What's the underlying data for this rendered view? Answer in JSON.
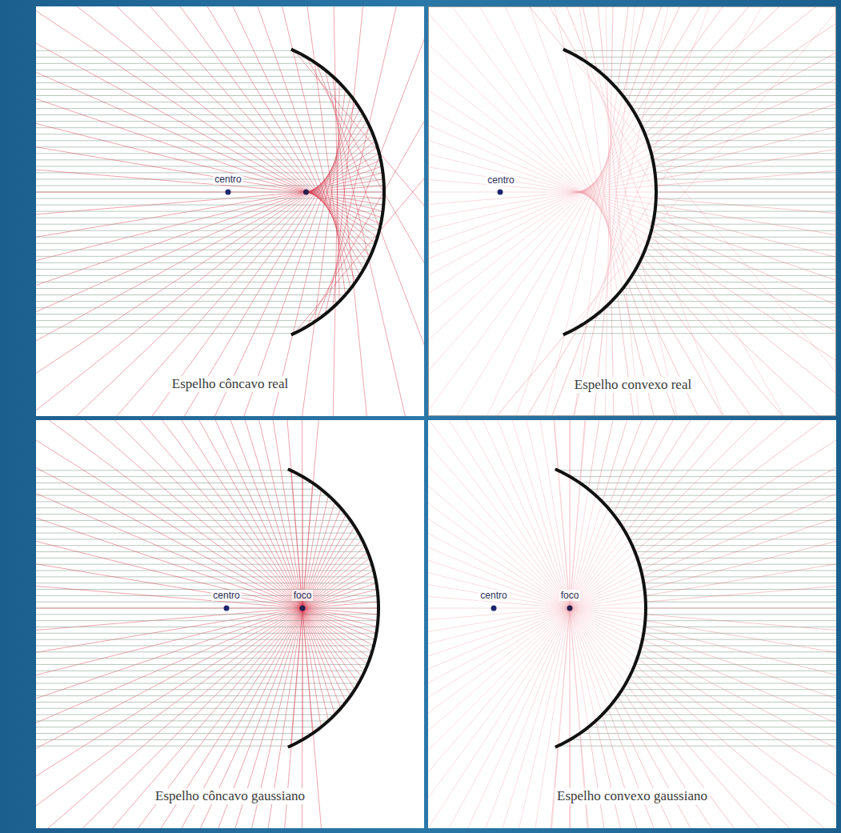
{
  "diagram": {
    "nodes": [
      {
        "text": [
          "centro",
          "Espelho côncavo real"
        ]
      },
      {
        "text": [
          "centro",
          "Espelho convexo real"
        ]
      },
      {
        "text": [
          "centro",
          "foco",
          "Espelho côncavo gaussiano"
        ]
      },
      {
        "text": [
          "centro",
          "foco",
          "Espelho convexo gaussiano"
        ]
      }
    ]
  }
}
